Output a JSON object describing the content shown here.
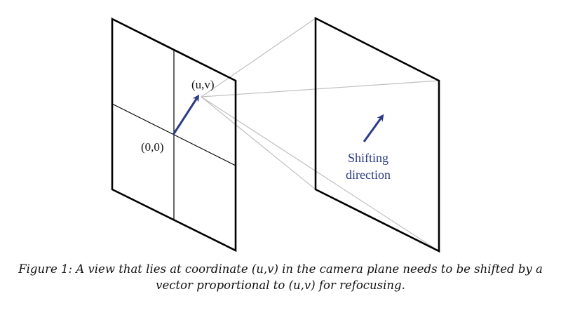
{
  "labels": {
    "uv": "(u,v)",
    "origin": "(0,0)",
    "shift_line1": "Shifting",
    "shift_line2": "direction"
  },
  "caption": {
    "line1": "Figure 1: A view that lies at coordinate (u,v) in the camera plane needs to be shifted by a",
    "line2": "vector proportional to (u,v) for refocusing."
  },
  "colors": {
    "frame": "#000000",
    "ray": "#c0c0c0",
    "arrow": "#2b3b86",
    "label_blue": "#2b3b86"
  }
}
